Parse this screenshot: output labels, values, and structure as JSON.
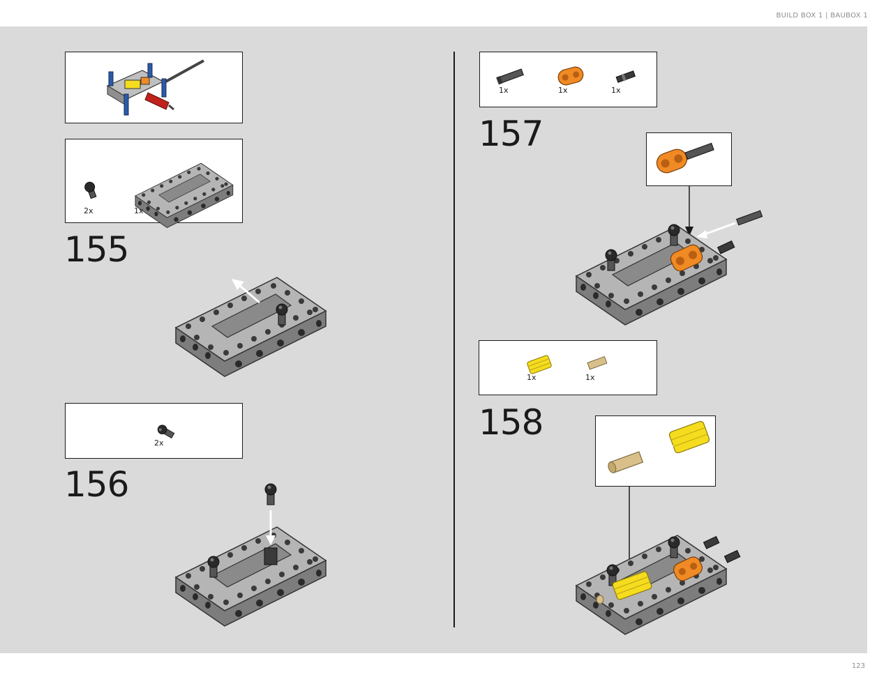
{
  "header": {
    "text": "BUILD BOX 1  |  BAUBOX 1"
  },
  "footer": {
    "page_number": "123"
  },
  "steps": [
    {
      "number": "155",
      "parts": [
        {
          "qty": "2x"
        },
        {
          "qty": "1x"
        }
      ]
    },
    {
      "number": "156",
      "parts": [
        {
          "qty": "2x"
        }
      ]
    },
    {
      "number": "157",
      "parts": [
        {
          "qty": "1x"
        },
        {
          "qty": "1x"
        },
        {
          "qty": "1x"
        }
      ]
    },
    {
      "number": "158",
      "parts": [
        {
          "qty": "1x"
        },
        {
          "qty": "1x"
        }
      ]
    }
  ],
  "colors": {
    "page_bg": "#d9dad9",
    "frame_gray": "#9a9a9a",
    "pin_black": "#2a2a2a",
    "part_orange": "#f08a24",
    "part_yellow": "#f5dc1e",
    "part_tan": "#d9c08a",
    "part_red": "#c0221c",
    "part_blue": "#2c5aa8"
  }
}
